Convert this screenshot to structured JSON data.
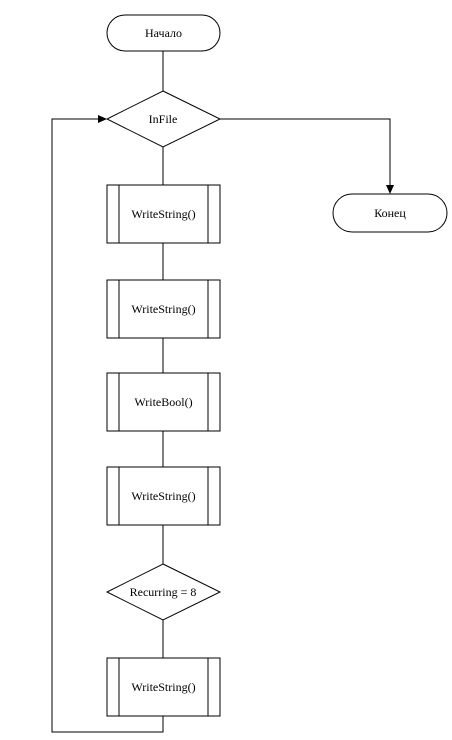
{
  "flowchart": {
    "start": "Начало",
    "end": "Конец",
    "loop_condition": "InFile",
    "step1": "WriteString()",
    "step2": "WriteString()",
    "step3": "WriteBool()",
    "step4": "WriteString()",
    "branch_condition": "Recurring = 8",
    "step5": "WriteString()"
  }
}
